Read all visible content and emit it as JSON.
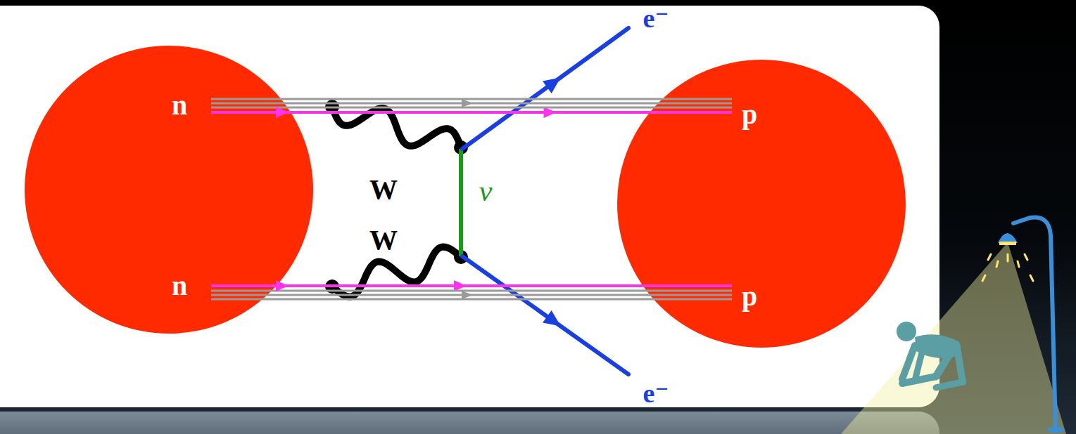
{
  "diagram": {
    "nodes": [
      {
        "text": [
          "n",
          "n"
        ]
      },
      {
        "text": [
          "p",
          "p"
        ]
      }
    ],
    "edges": [
      {
        "from": 0,
        "to": 1,
        "arrow": "to"
      },
      {
        "from": 0,
        "to": 1,
        "arrow": "to"
      }
    ],
    "labels": [
      "W",
      "W",
      "ν",
      "e⁻",
      "e⁻"
    ]
  }
}
